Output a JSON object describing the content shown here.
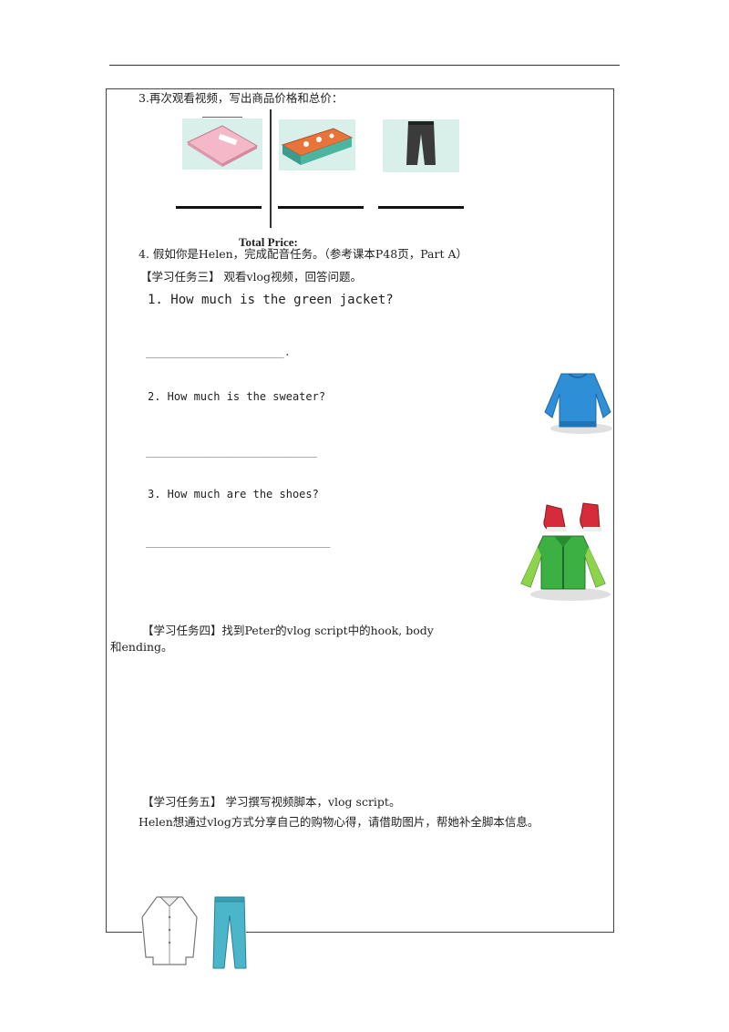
{
  "task3_label": "3.再次观看视频，写出商品价格和总价：",
  "total_price_label": "Total Price:",
  "task4_label": "4. 假如你是Helen，完成配音任务。（参考课本P48页，Part A）",
  "section3": {
    "title": "【学习任务三】 观看vlog视频，回答问题。",
    "q1": "1. How much is the green jacket?",
    "q1_blank": "_____________________.",
    "q2": "2. How much is the sweater?",
    "q2_blank": "__________________________",
    "q3": "3. How much are the shoes?",
    "q3_blank": "____________________________"
  },
  "section4": {
    "line1": "【学习任务四】找到Peter的vlog script中的hook, body",
    "line2": "和ending。"
  },
  "section5": {
    "title": "【学习任务五】 学习撰写视频脚本，vlog script。",
    "desc": "Helen想通过vlog方式分享自己的购物心得，请借助图片，帮她补全脚本信息。"
  },
  "colors": {
    "notebook": "#f4b8c8",
    "pencil_box": "#e8743a",
    "sweater": "#2e8fd6",
    "jacket": "#3cb043",
    "shoes": "#d62b3a",
    "pants_blue": "#4bb5c9"
  }
}
